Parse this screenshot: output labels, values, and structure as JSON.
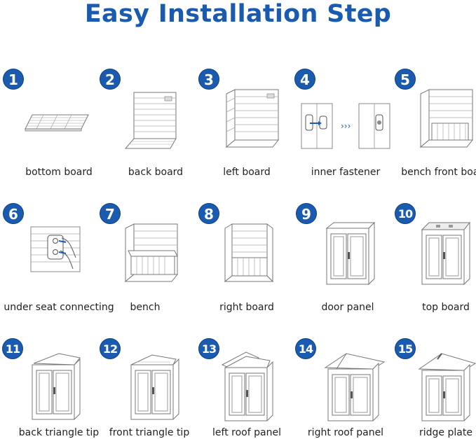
{
  "title": "Easy Installation Step",
  "colors": {
    "accent": "#1a5bb0",
    "line": "#8a8a8a"
  },
  "steps": [
    {
      "number": "1",
      "label": "bottom board",
      "icon": "bottom-board-icon"
    },
    {
      "number": "2",
      "label": "back board",
      "icon": "back-board-icon"
    },
    {
      "number": "3",
      "label": "left board",
      "icon": "left-board-icon"
    },
    {
      "number": "4",
      "label": "inner fastener",
      "icon": "inner-fastener-icon"
    },
    {
      "number": "5",
      "label": "bench front board",
      "icon": "bench-front-board-icon"
    },
    {
      "number": "6",
      "label": "under seat connecting",
      "icon": "under-seat-connecting-icon"
    },
    {
      "number": "7",
      "label": "bench",
      "icon": "bench-icon"
    },
    {
      "number": "8",
      "label": "right board",
      "icon": "right-board-icon"
    },
    {
      "number": "9",
      "label": "door panel",
      "icon": "door-panel-icon"
    },
    {
      "number": "10",
      "label": "top board",
      "icon": "top-board-icon"
    },
    {
      "number": "11",
      "label": "back triangle tip",
      "icon": "back-triangle-tip-icon"
    },
    {
      "number": "12",
      "label": "front triangle tip",
      "icon": "front-triangle-tip-icon"
    },
    {
      "number": "13",
      "label": "left roof panel",
      "icon": "left-roof-panel-icon"
    },
    {
      "number": "14",
      "label": "right roof panel",
      "icon": "right-roof-panel-icon"
    },
    {
      "number": "15",
      "label": "ridge plate",
      "icon": "ridge-plate-icon"
    }
  ]
}
